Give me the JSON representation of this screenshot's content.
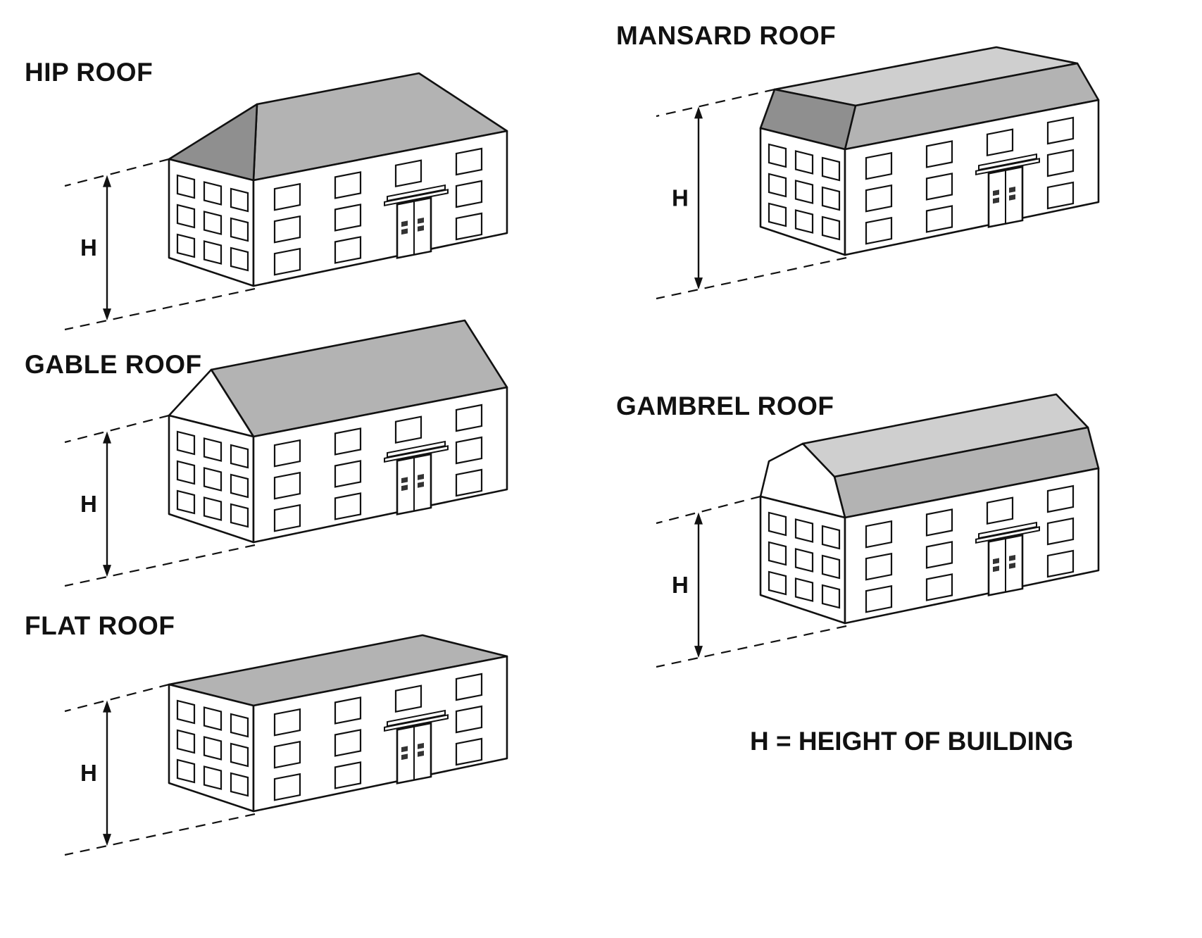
{
  "page": {
    "background": "#ffffff"
  },
  "diagrams": [
    {
      "id": "hip",
      "label": "HIP ROOF",
      "h_label": "H"
    },
    {
      "id": "mansard",
      "label": "MANSARD ROOF",
      "h_label": "H"
    },
    {
      "id": "gable",
      "label": "GABLE ROOF",
      "h_label": "H"
    },
    {
      "id": "gambrel",
      "label": "GAMBREL ROOF",
      "h_label": "H"
    },
    {
      "id": "flat",
      "label": "FLAT ROOF",
      "h_label": "H"
    }
  ],
  "legend": {
    "text": "H = HEIGHT OF BUILDING"
  },
  "colors": {
    "line": "#111111",
    "wall": "#ffffff",
    "roof": "#b3b3b3",
    "roof_dark": "#8f8f8f",
    "roof_light": "#cfcfcf",
    "pane": "#333333"
  }
}
